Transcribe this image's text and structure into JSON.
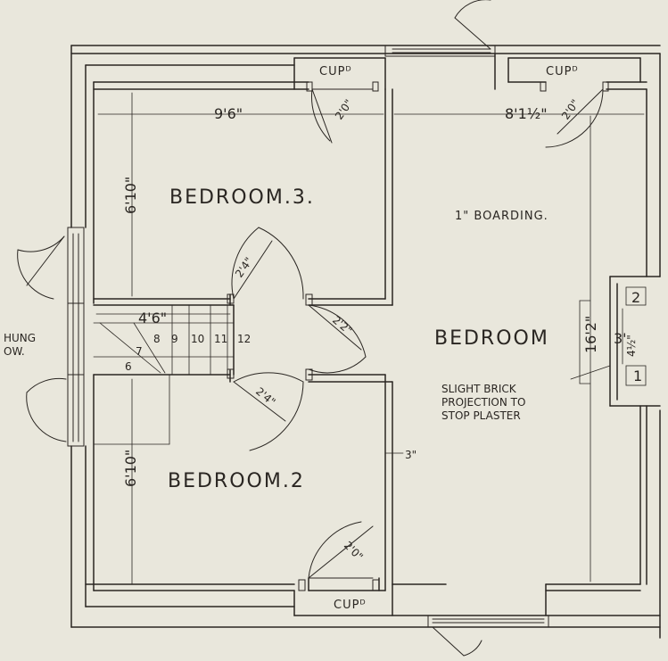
{
  "rooms": {
    "bedroom3": "BEDROOM.3.",
    "bedroom2": "BEDROOM.2",
    "bedroom": "BEDROOM"
  },
  "notes": {
    "boarding": "1\" BOARDING.",
    "brick_line1": "SLIGHT BRICK",
    "brick_line2": "PROJECTION TO",
    "brick_line3": "STOP PLASTER",
    "hung_line1": "HUNG",
    "hung_line2": "OW."
  },
  "cupboards": {
    "left": "CUPᴰ",
    "right": "CUPᴰ",
    "bottom": "CUPᴰ"
  },
  "dimensions": {
    "bedroom3_width": "9'6\"",
    "bedroom_width": "8'1½\"",
    "bedroom3_depth": "6'10\"",
    "bedroom2_depth": "6'10\"",
    "bedroom_depth": "16'2\"",
    "landing": "4'6\"",
    "door_cup_left": "2'0\"",
    "door_cup_right": "2'0\"",
    "door_cup_bottom": "2'0\"",
    "door_bed3": "2'4\"",
    "door_bedroom": "2'2\"",
    "door_bed2": "2'4\"",
    "wall_3": "3\"",
    "projection": "3'",
    "projection_sub": "4½\"",
    "box_2": "2",
    "box_1": "1"
  },
  "stairs": [
    "6",
    "7",
    "8",
    "9",
    "10",
    "11",
    "12"
  ]
}
